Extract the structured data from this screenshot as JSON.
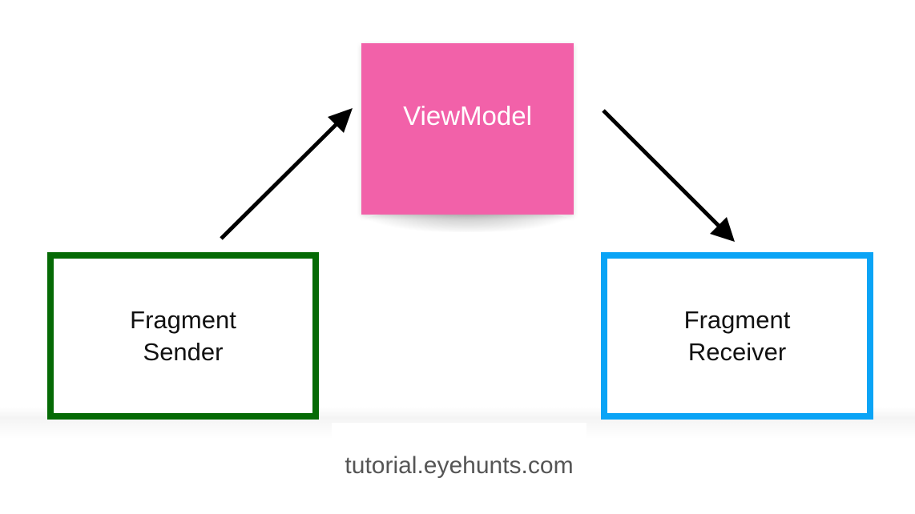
{
  "diagram": {
    "nodes": {
      "viewmodel": {
        "label": "ViewModel",
        "fill": "#f261a9"
      },
      "sender": {
        "line1": "Fragment",
        "line2": "Sender",
        "border": "#056a05"
      },
      "receiver": {
        "line1": "Fragment",
        "line2": "Receiver",
        "border": "#0aa4f6"
      }
    },
    "edges": [
      {
        "from": "sender",
        "to": "viewmodel"
      },
      {
        "from": "viewmodel",
        "to": "receiver"
      }
    ]
  },
  "watermark": "tutorial.eyehunts.com"
}
